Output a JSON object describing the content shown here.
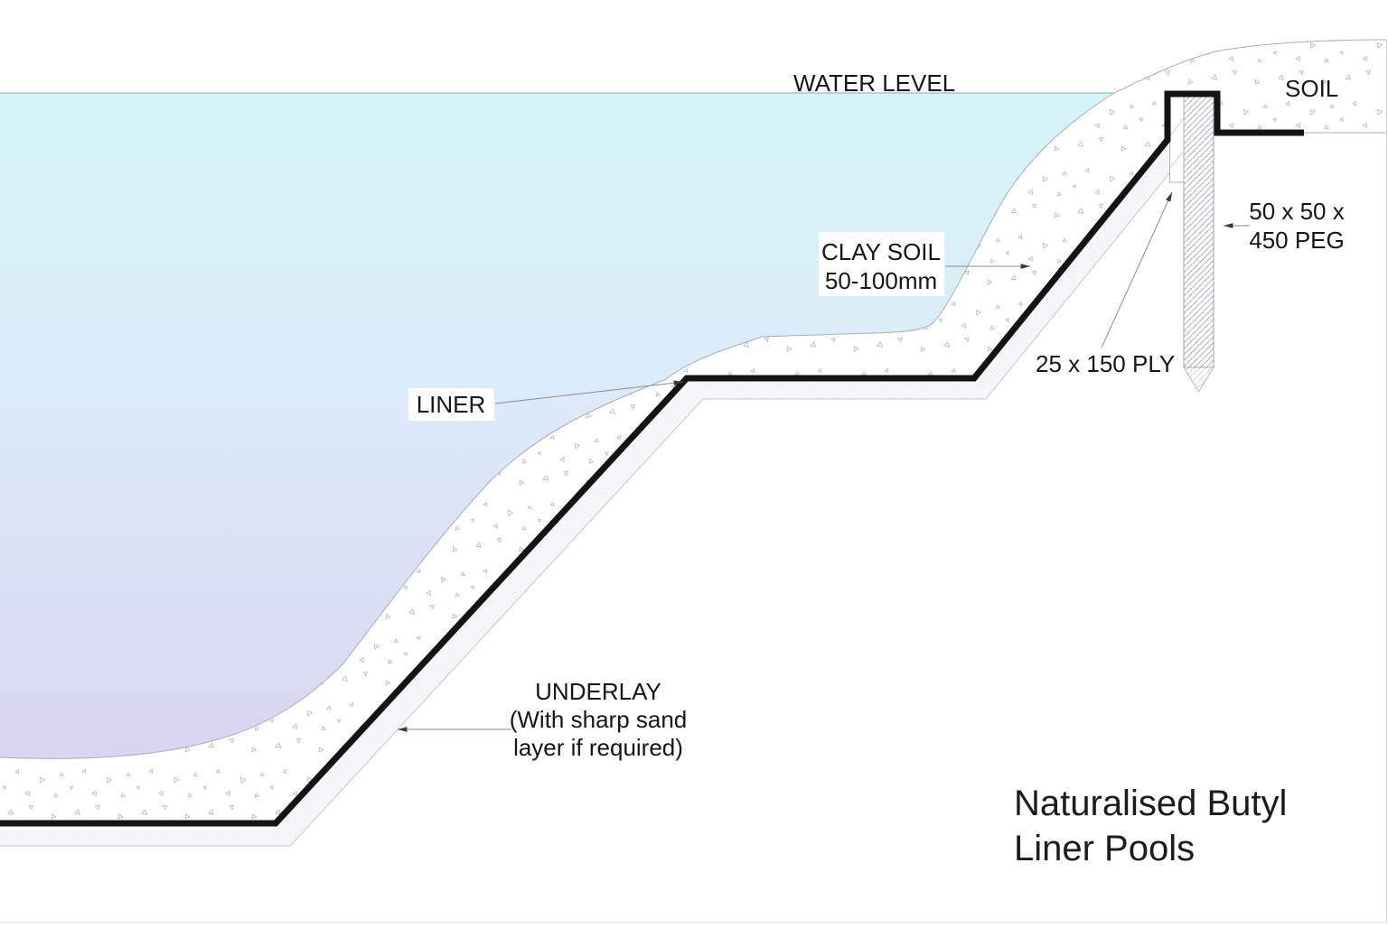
{
  "drawing": {
    "title": {
      "line1": "Naturalised Butyl",
      "line2": "Liner Pools"
    },
    "labels": {
      "water_level": "WATER LEVEL",
      "soil": "SOIL",
      "clay_soil_line1": "CLAY SOIL",
      "clay_soil_line2": "50-100mm",
      "liner": "LINER",
      "ply": "25 x 150 PLY",
      "peg_line1": "50 x 50 x",
      "peg_line2": "450 PEG",
      "underlay_line1": "UNDERLAY",
      "underlay_line2": "(With sharp sand",
      "underlay_line3": "layer if required)"
    },
    "colors": {
      "water_top": "#d5f5f9",
      "water_mid": "#dcebf8",
      "water_bottom": "#d8d5f2",
      "liner": "#141414",
      "surface_line": "#acacb2",
      "stipple_mark": "#b6b6ba",
      "underlay_fill": "#f7f7fa",
      "underlay_edge": "#c6c6ce",
      "peg_hatch": "#a0a0a8",
      "leader": "#8a8a92",
      "water_line": "#9fb6bd",
      "text": "#161616",
      "border": "#d6d6da"
    }
  }
}
